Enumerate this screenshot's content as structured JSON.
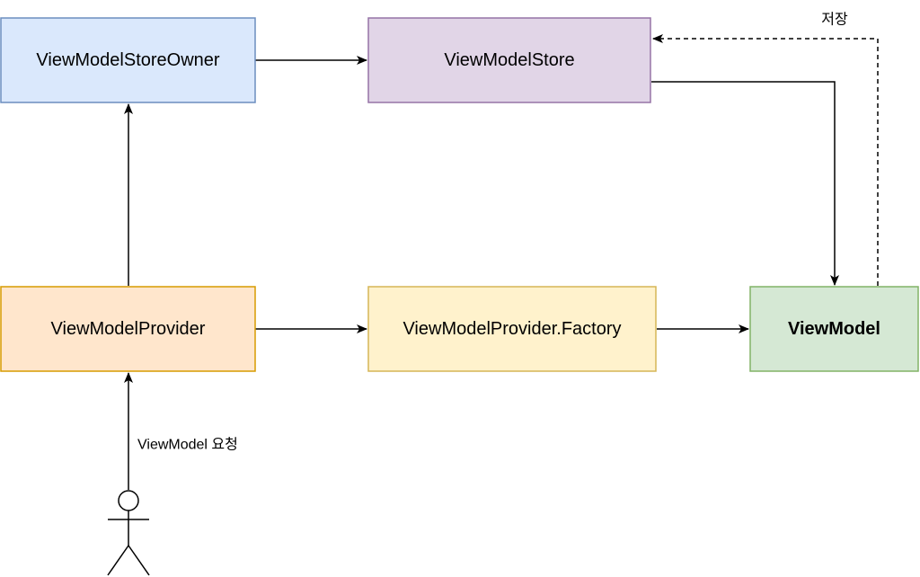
{
  "nodes": {
    "store_owner": {
      "label": "ViewModelStoreOwner",
      "fill": "#dae8fc",
      "stroke": "#6c8ebf"
    },
    "store": {
      "label": "ViewModelStore",
      "fill": "#e1d5e7",
      "stroke": "#9673a6"
    },
    "provider": {
      "label": "ViewModelProvider",
      "fill": "#ffe6cc",
      "stroke": "#d79b00"
    },
    "factory": {
      "label": "ViewModelProvider.Factory",
      "fill": "#fff2cc",
      "stroke": "#d6b656"
    },
    "viewmodel": {
      "label": "ViewModel",
      "fill": "#d5e8d4",
      "stroke": "#82b366"
    }
  },
  "edges": {
    "save_label": "저장",
    "request_label": "ViewModel 요청"
  },
  "colors": {
    "line": "#000000"
  }
}
